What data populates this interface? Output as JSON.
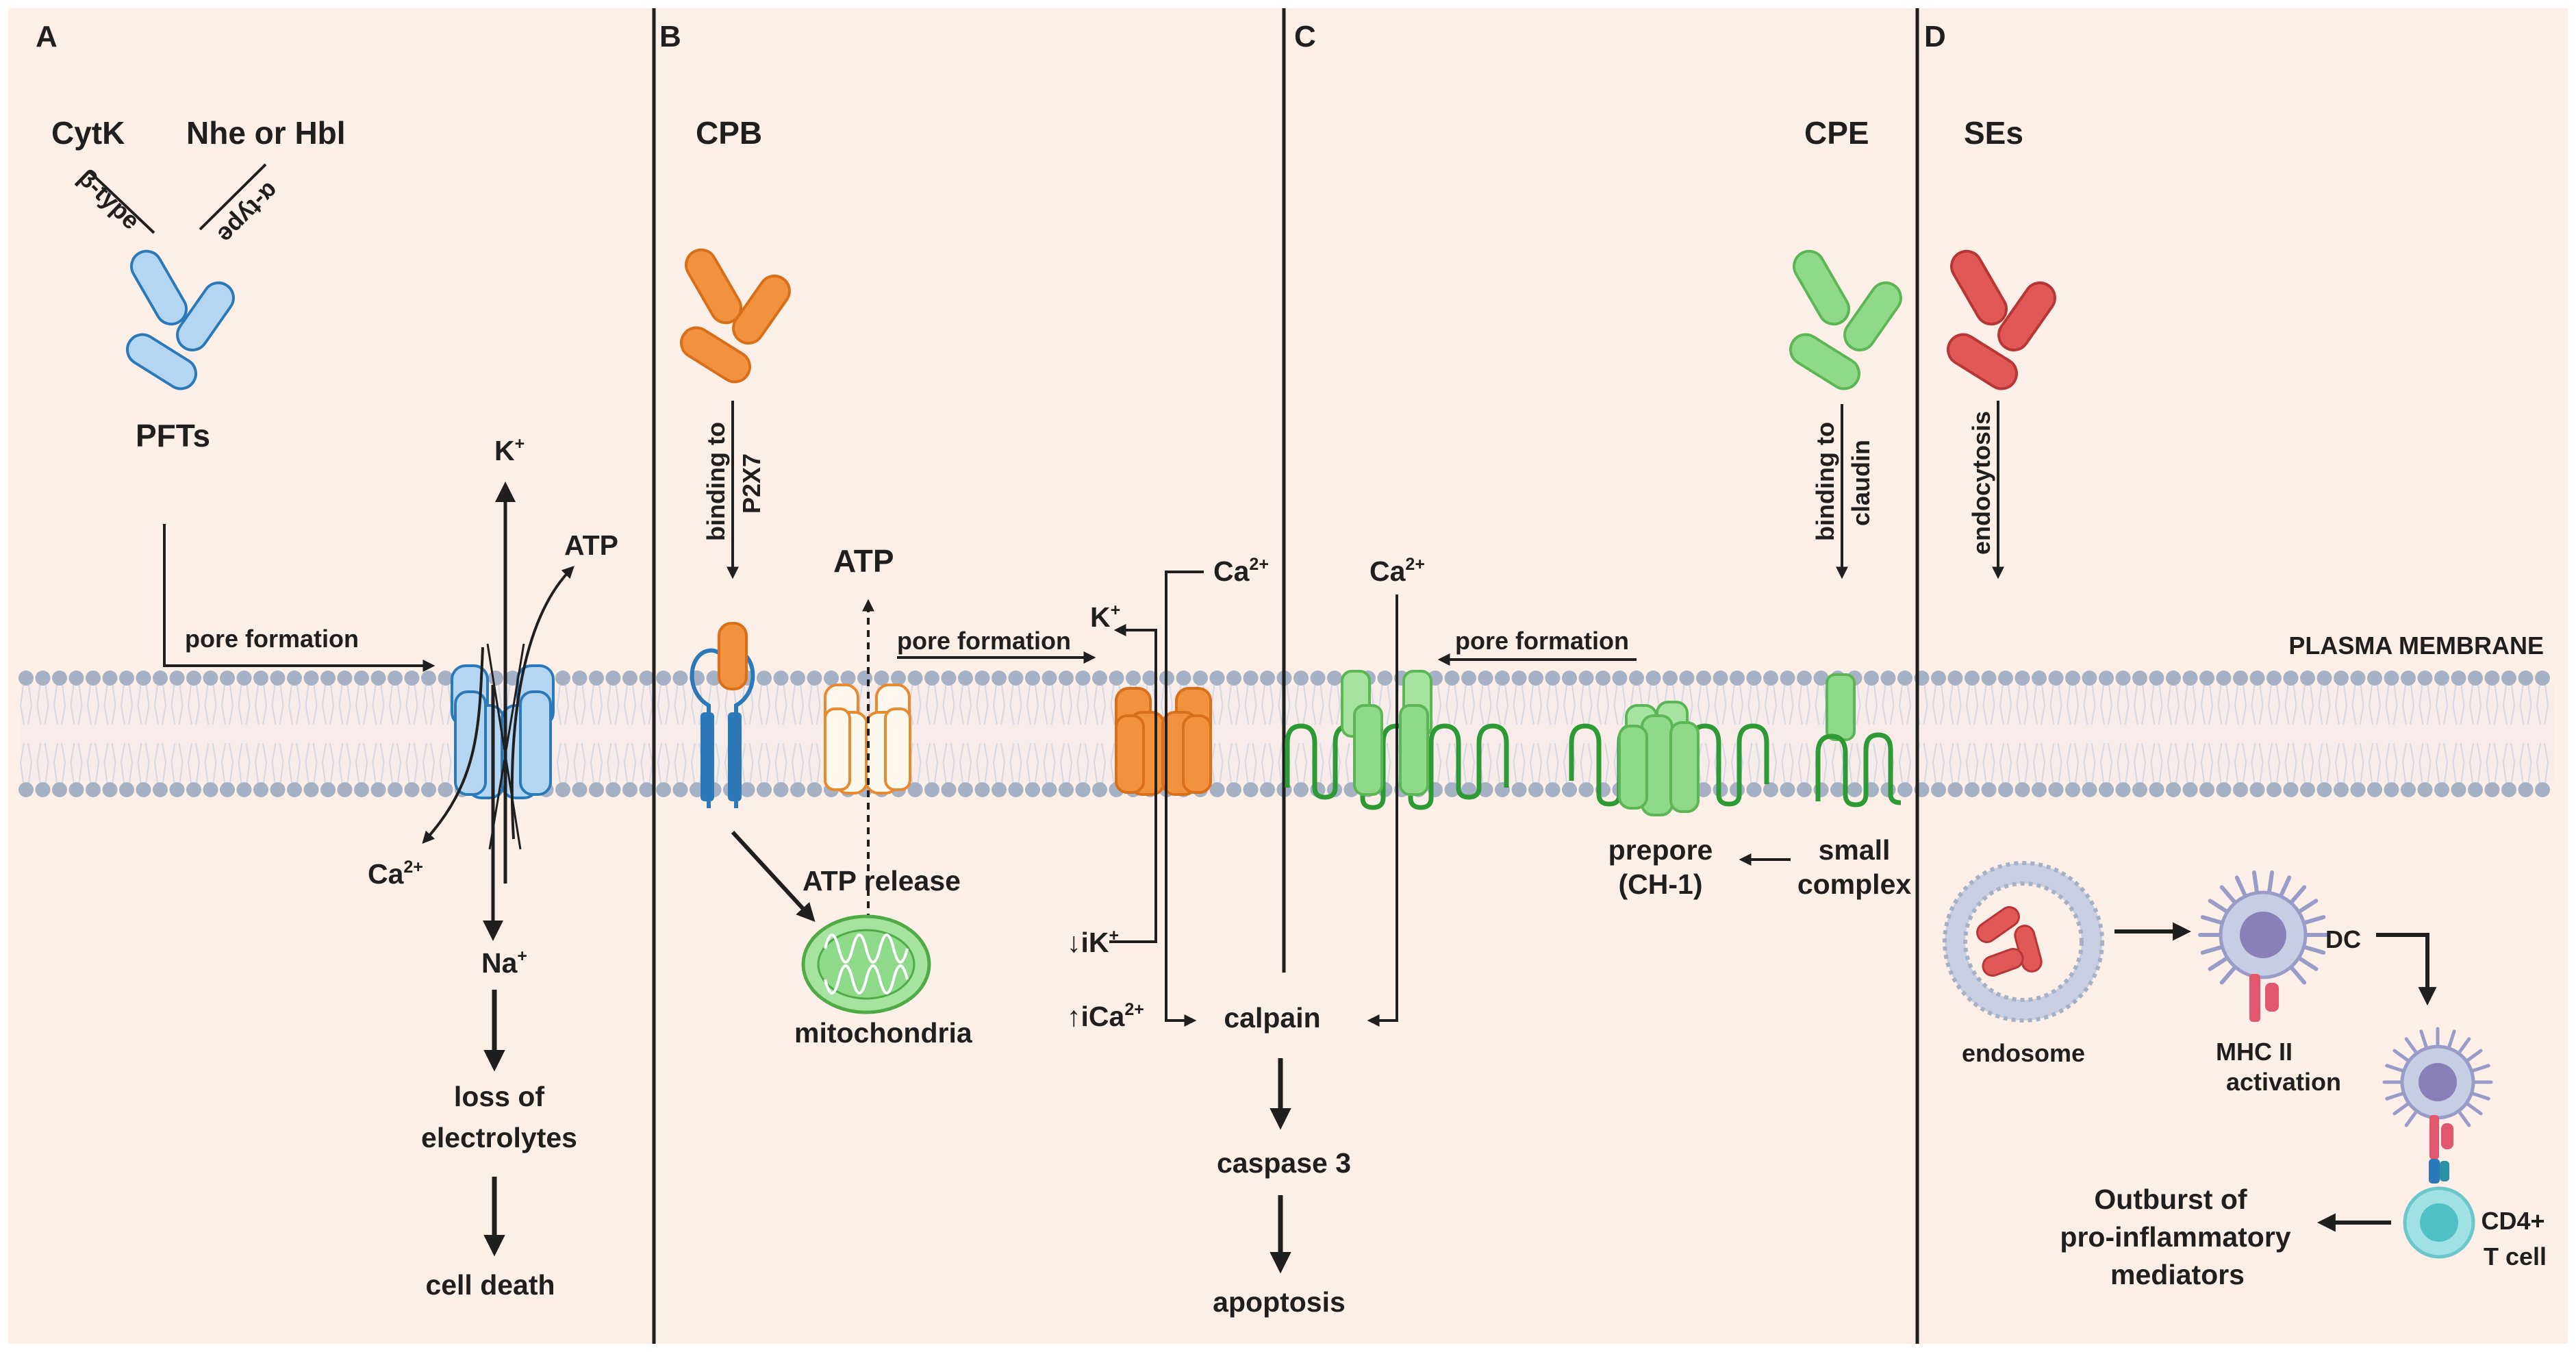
{
  "colors": {
    "background": "#fcefe7",
    "membrane_head": "#a6b2c4",
    "arrow": "#1f1f1f",
    "pft_blue": "#b4d6f2",
    "cpb_orange": "#f2923e",
    "cpe_green": "#8ed98a",
    "claudin_green": "#2d9a35",
    "se_red": "#e05858",
    "p2x7_blue": "#2b79b8",
    "mito_green": "#7ed27a",
    "dc_purple": "#9a9cc8",
    "tcell_cyan": "#9fe1e4"
  },
  "panels": {
    "a": {
      "letter": "A",
      "toxin1": "CytK",
      "toxin2": "Nhe or Hbl",
      "type1": "β-type",
      "type2": "α-type",
      "pfts": "PFTs",
      "pore_formation": "pore formation",
      "k": "K",
      "k_sup": "+",
      "atp": "ATP",
      "ca": "Ca",
      "ca_sup": "2+",
      "na": "Na",
      "na_sup": "+",
      "loss1": "loss of",
      "loss2": "electrolytes",
      "death": "cell death"
    },
    "b": {
      "letter": "B",
      "toxin": "CPB",
      "binding1": "binding to",
      "binding2": "P2X7",
      "atp": "ATP",
      "pore_formation": "pore formation",
      "atp_release": "ATP release",
      "mito": "mitochondria",
      "k": "K",
      "k_sup": "+",
      "ca": "Ca",
      "ca_sup": "2+",
      "ik": "iK",
      "ik_sup": "+",
      "ica": "iCa",
      "ica_sup": "2+",
      "down_arrow": "↓",
      "up_arrow": "↑"
    },
    "c": {
      "letter": "C",
      "toxin": "CPE",
      "ca": "Ca",
      "ca_sup": "2+",
      "pore_formation": "pore formation",
      "binding1": "binding to",
      "binding2": "claudin",
      "prepore1": "prepore",
      "prepore2": "(CH-1)",
      "small1": "small",
      "small2": "complex",
      "calpain": "calpain",
      "caspase": "caspase 3",
      "apoptosis": "apoptosis"
    },
    "d": {
      "letter": "D",
      "toxin": "SEs",
      "endocytosis": "endocytosis",
      "plasma_membrane": "PLASMA MEMBRANE",
      "endosome": "endosome",
      "dc": "DC",
      "mhc1": "MHC II",
      "mhc2": "activation",
      "cd4_1": "CD4+",
      "cd4_2": "T cell",
      "out1": "Outburst of",
      "out2": "pro-inflammatory",
      "out3": "mediators"
    }
  }
}
